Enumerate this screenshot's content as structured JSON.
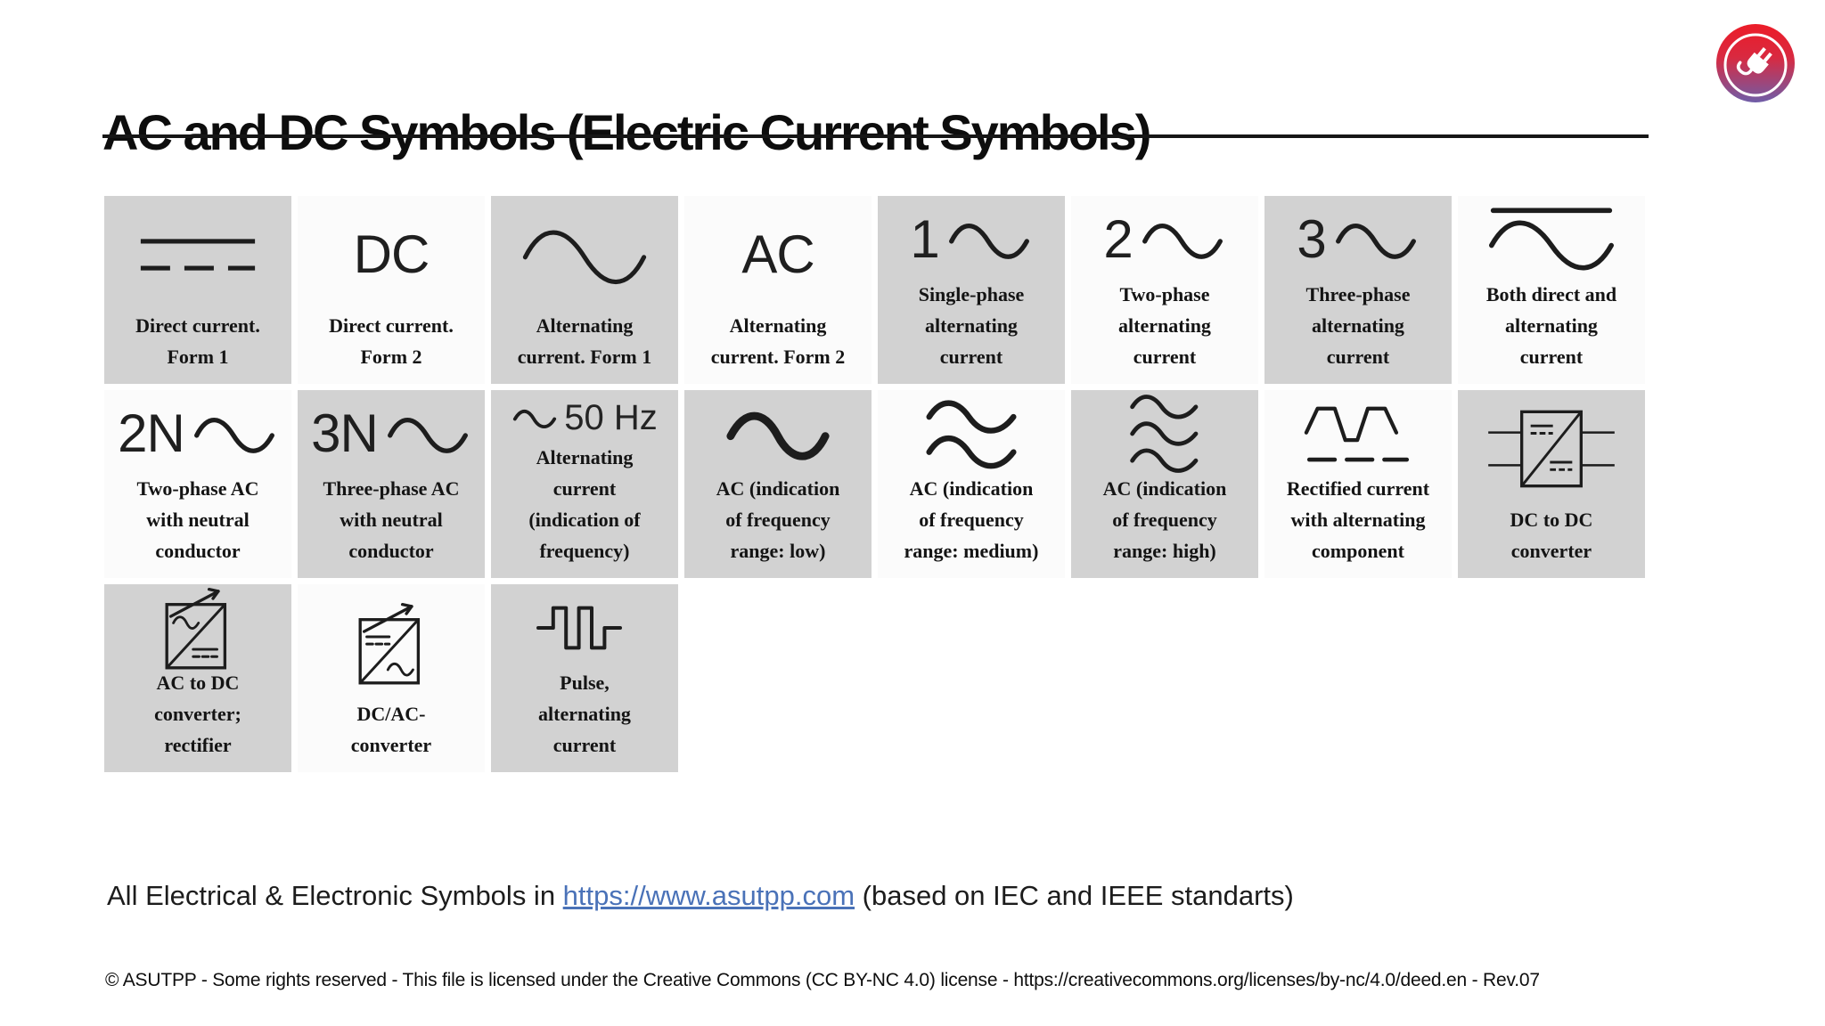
{
  "header": {
    "title": "AC and DC Symbols (Electric Current Symbols)"
  },
  "logo": {
    "name": "asutpp-plug-logo",
    "colors": {
      "top": "#e81e2a",
      "bottom": "#6f5da8",
      "glyph": "#ffffff"
    }
  },
  "colors": {
    "cell_gray": "#d2d2d2",
    "cell_white": "#fbfbfb",
    "symbol_ink": "#1d1d1d",
    "link": "#4a72b8"
  },
  "grid": {
    "rows": [
      [
        {
          "shade": "gray",
          "kind": "svg",
          "icon": "dc-form1-icon",
          "label": "Direct current.\nForm 1"
        },
        {
          "shade": "white",
          "kind": "text",
          "icon": "dc-letters",
          "glyph": "DC",
          "label": "Direct current.\nForm 2"
        },
        {
          "shade": "gray",
          "kind": "svg",
          "icon": "sine-icon",
          "label": "Alternating\ncurrent. Form 1"
        },
        {
          "shade": "white",
          "kind": "text",
          "icon": "ac-letters",
          "glyph": "AC",
          "label": "Alternating\ncurrent. Form 2"
        },
        {
          "shade": "gray",
          "kind": "text-sine",
          "icon": "one-phase-sine-icon",
          "glyph": "1",
          "label": "Single-phase\nalternating\ncurrent"
        },
        {
          "shade": "white",
          "kind": "text-sine",
          "icon": "two-phase-sine-icon",
          "glyph": "2",
          "label": "Two-phase\nalternating\ncurrent"
        },
        {
          "shade": "gray",
          "kind": "text-sine",
          "icon": "three-phase-sine-icon",
          "glyph": "3",
          "label": "Three-phase\nalternating\ncurrent"
        },
        {
          "shade": "white",
          "kind": "svg",
          "icon": "line-over-sine-icon",
          "label": "Both direct and\nalternating\ncurrent"
        }
      ],
      [
        {
          "shade": "white",
          "kind": "text-sine",
          "icon": "two-n-sine-icon",
          "glyph": "2N",
          "label": "Two-phase AC\nwith neutral\nconductor"
        },
        {
          "shade": "gray",
          "kind": "text-sine",
          "icon": "three-n-sine-icon",
          "glyph": "3N",
          "label": "Three-phase AC\nwith neutral\nconductor"
        },
        {
          "shade": "gray",
          "kind": "sine-text",
          "icon": "freq-50hz-icon",
          "glyph": "50 Hz",
          "label": "Alternating\ncurrent\n(indication of\nfrequency)"
        },
        {
          "shade": "gray",
          "kind": "svg",
          "icon": "sine-bold-icon",
          "label": "AC (indication\nof frequency\nrange: low)"
        },
        {
          "shade": "white",
          "kind": "svg",
          "icon": "sine-double-icon",
          "label": "AC (indication\nof frequency\nrange: medium)"
        },
        {
          "shade": "gray",
          "kind": "svg",
          "icon": "sine-triple-icon",
          "label": "AC (indication\nof frequency\nrange: high)"
        },
        {
          "shade": "white",
          "kind": "svg",
          "icon": "rectified-icon",
          "label": "Rectified current\nwith alternating\ncomponent"
        },
        {
          "shade": "gray",
          "kind": "svg",
          "icon": "dcdc-converter-icon",
          "label": "DC to DC\nconverter"
        }
      ],
      [
        {
          "shade": "gray",
          "kind": "svg",
          "icon": "acdc-converter-icon",
          "label": "AC to DC\nconverter;\nrectifier"
        },
        {
          "shade": "white",
          "kind": "svg",
          "icon": "dcac-converter-icon",
          "label": "DC/AC-\nconverter"
        },
        {
          "shade": "gray",
          "kind": "svg",
          "icon": "pulse-icon",
          "label": "Pulse,\nalternating\ncurrent"
        }
      ]
    ]
  },
  "note": {
    "prefix": "All Electrical & Electronic Symbols in ",
    "link": "https://www.asutpp.com",
    "suffix": " (based on IEC and IEEE standarts)"
  },
  "footer": {
    "text": "© ASUTPP - Some rights reserved - This file is licensed under the Creative Commons (CC BY-NC 4.0) license - https://creativecommons.org/licenses/by-nc/4.0/deed.en - Rev.07"
  }
}
